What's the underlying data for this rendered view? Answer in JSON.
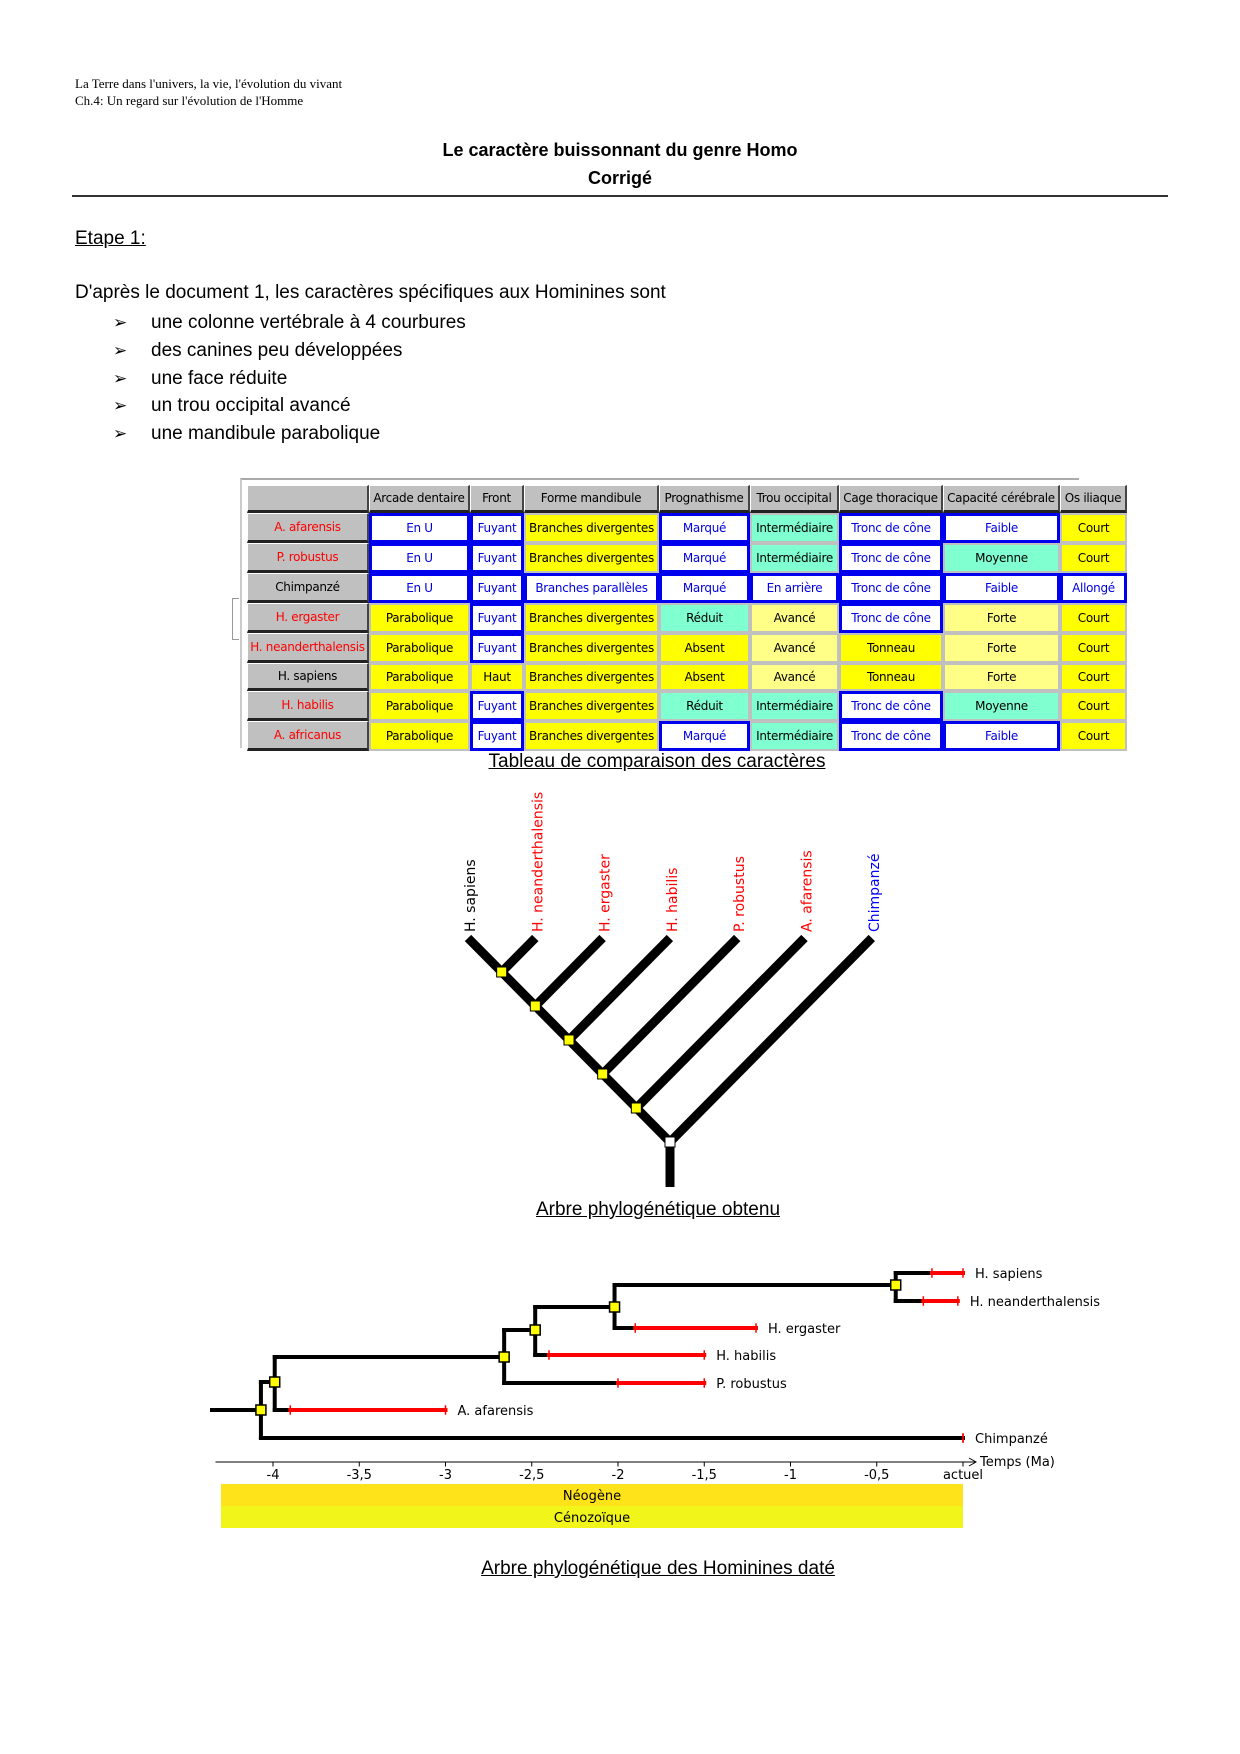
{
  "header": {
    "line1": "La Terre dans l'univers, la vie, l'évolution du vivant",
    "line2": "Ch.4: Un regard sur l'évolution de l'Homme"
  },
  "title": {
    "main": "Le caractère buissonnant du genre Homo",
    "sub": "Corrigé"
  },
  "etape": "Etape 1:",
  "intro": "D'après le document 1, les caractères spécifiques aux Hominines sont",
  "bullets": [
    "une colonne vertébrale à 4 courbures",
    "des canines peu développées",
    "une face réduite",
    "un trou occipital avancé",
    "une mandibule parabolique"
  ],
  "table": {
    "columns": [
      "",
      "Arcade dentaire",
      "Front",
      "Forme mandibule",
      "Prognathisme",
      "Trou occipital",
      "Cage thoracique",
      "Capacité cérébrale",
      "Os iliaque"
    ],
    "rows": [
      {
        "name": "A. afarensis",
        "name_color": "#ff0000",
        "cells": [
          [
            "En U",
            "white"
          ],
          [
            "Fuyant",
            "white"
          ],
          [
            "Branches divergentes",
            "yellow"
          ],
          [
            "Marqué",
            "white"
          ],
          [
            "Intermédiaire",
            "green"
          ],
          [
            "Tronc de cône",
            "white"
          ],
          [
            "Faible",
            "white"
          ],
          [
            "Court",
            "yellow"
          ]
        ]
      },
      {
        "name": "P. robustus",
        "name_color": "#ff0000",
        "cells": [
          [
            "En U",
            "white"
          ],
          [
            "Fuyant",
            "white"
          ],
          [
            "Branches divergentes",
            "yellow"
          ],
          [
            "Marqué",
            "white"
          ],
          [
            "Intermédiaire",
            "green"
          ],
          [
            "Tronc de cône",
            "white"
          ],
          [
            "Moyenne",
            "green"
          ],
          [
            "Court",
            "yellow"
          ]
        ]
      },
      {
        "name": "Chimpanzé",
        "name_color": "#000000",
        "cells": [
          [
            "En U",
            "white"
          ],
          [
            "Fuyant",
            "white"
          ],
          [
            "Branches parallèles",
            "white"
          ],
          [
            "Marqué",
            "white"
          ],
          [
            "En arrière",
            "white"
          ],
          [
            "Tronc de cône",
            "white"
          ],
          [
            "Faible",
            "white"
          ],
          [
            "Allongé",
            "white"
          ]
        ]
      },
      {
        "name": "H. ergaster",
        "name_color": "#ff0000",
        "cells": [
          [
            "Parabolique",
            "yellow"
          ],
          [
            "Fuyant",
            "white"
          ],
          [
            "Branches divergentes",
            "yellow"
          ],
          [
            "Réduit",
            "green"
          ],
          [
            "Avancé",
            "lyellow"
          ],
          [
            "Tronc de cône",
            "white"
          ],
          [
            "Forte",
            "lyellow"
          ],
          [
            "Court",
            "yellow"
          ]
        ]
      },
      {
        "name": "H. neanderthalensis",
        "name_color": "#ff0000",
        "cells": [
          [
            "Parabolique",
            "yellow"
          ],
          [
            "Fuyant",
            "white"
          ],
          [
            "Branches divergentes",
            "yellow"
          ],
          [
            "Absent",
            "yellow"
          ],
          [
            "Avancé",
            "lyellow"
          ],
          [
            "Tonneau",
            "yellow"
          ],
          [
            "Forte",
            "lyellow"
          ],
          [
            "Court",
            "yellow"
          ]
        ]
      },
      {
        "name": "H. sapiens",
        "name_color": "#000000",
        "cells": [
          [
            "Parabolique",
            "yellow"
          ],
          [
            "Haut",
            "yellow"
          ],
          [
            "Branches divergentes",
            "yellow"
          ],
          [
            "Absent",
            "yellow"
          ],
          [
            "Avancé",
            "lyellow"
          ],
          [
            "Tonneau",
            "yellow"
          ],
          [
            "Forte",
            "lyellow"
          ],
          [
            "Court",
            "yellow"
          ]
        ]
      },
      {
        "name": "H. habilis",
        "name_color": "#ff0000",
        "cells": [
          [
            "Parabolique",
            "yellow"
          ],
          [
            "Fuyant",
            "white"
          ],
          [
            "Branches divergentes",
            "yellow"
          ],
          [
            "Réduit",
            "green"
          ],
          [
            "Intermédiaire",
            "green"
          ],
          [
            "Tronc de cône",
            "white"
          ],
          [
            "Moyenne",
            "green"
          ],
          [
            "Court",
            "yellow"
          ]
        ]
      },
      {
        "name": "A. africanus",
        "name_color": "#ff0000",
        "cells": [
          [
            "Parabolique",
            "yellow"
          ],
          [
            "Fuyant",
            "white"
          ],
          [
            "Branches divergentes",
            "yellow"
          ],
          [
            "Marqué",
            "white"
          ],
          [
            "Intermédiaire",
            "green"
          ],
          [
            "Tronc de cône",
            "white"
          ],
          [
            "Faible",
            "white"
          ],
          [
            "Court",
            "yellow"
          ]
        ]
      }
    ],
    "caption": "Tableau de comparaison des caractères"
  },
  "cladogram": {
    "taxa": [
      {
        "name": "H. sapiens",
        "color": "#000000"
      },
      {
        "name": "H. neanderthalensis",
        "color": "#ff0000"
      },
      {
        "name": "H. ergaster",
        "color": "#ff0000"
      },
      {
        "name": "H. habilis",
        "color": "#ff0000"
      },
      {
        "name": "P. robustus",
        "color": "#ff0000"
      },
      {
        "name": "A. afarensis",
        "color": "#ff0000"
      },
      {
        "name": "Chimpanzé",
        "color": "#0000ff"
      }
    ],
    "node_color": "#ffff00",
    "root_node_color": "#ffffff",
    "caption": "Arbre phylogénétique obtenu"
  },
  "dated_tree": {
    "axis": {
      "ticks": [
        -4,
        -3.5,
        -3,
        -2.5,
        -2,
        -1.5,
        -1,
        -0.5,
        0
      ],
      "tick_labels": [
        "-4",
        "-3,5",
        "-3",
        "-2,5",
        "-2",
        "-1,5",
        "-1",
        "-0,5",
        "actuel"
      ],
      "label": "Temps (Ma)",
      "range": [
        -4.5,
        0
      ]
    },
    "bands": [
      {
        "label": "Néogène",
        "color": "#ffe31a"
      },
      {
        "label": "Cénozoïque",
        "color": "#f2f51a"
      }
    ],
    "taxa": [
      {
        "name": "H. sapiens",
        "first": -0.18,
        "last": 0
      },
      {
        "name": "H. neanderthalensis",
        "first": -0.23,
        "last": -0.03
      },
      {
        "name": "H. ergaster",
        "first": -1.9,
        "last": -1.2
      },
      {
        "name": "H. habilis",
        "first": -2.4,
        "last": -1.5
      },
      {
        "name": "P. robustus",
        "first": -2.0,
        "last": -1.5
      },
      {
        "name": "A. afarensis",
        "first": -3.9,
        "last": -3.0
      },
      {
        "name": "Chimpanzé",
        "first": 0,
        "last": 0
      }
    ],
    "nodes_ma": [
      -4.07,
      -3.99,
      -2.66,
      -2.48,
      -2.02,
      -0.39
    ],
    "range_color": "#ff0000",
    "node_color": "#ffff00",
    "caption": "Arbre phylogénétique des Hominines daté"
  }
}
